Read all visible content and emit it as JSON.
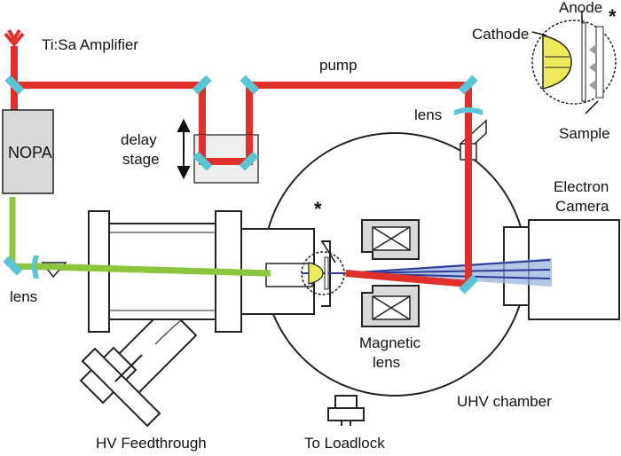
{
  "labels": {
    "laser": "Ti:Sa Amplifier",
    "nopa": "NOPA",
    "pump": "pump",
    "delay_line1": "delay",
    "delay_line2": "stage",
    "lens_top": "lens",
    "lens_left": "lens",
    "anode": "Anode",
    "cathode": "Cathode",
    "sample": "Sample",
    "star_inset": "*",
    "star_main": "*",
    "camera_line1": "Electron",
    "camera_line2": "Camera",
    "magnetic_line1": "Magnetic",
    "magnetic_line2": "lens",
    "uhv": "UHV chamber",
    "hv": "HV Feedthrough",
    "loadlock": "To Loadlock"
  },
  "colors": {
    "pump_beam": "#e0302a",
    "probe_beam": "#8cc63f",
    "mirror": "#5bc5d6",
    "electron_beam": "#2b3a9a",
    "electron_fan": "#9bb4dc",
    "cathode": "#eeea5a",
    "box_fill": "#d9d9d9",
    "delay_fill": "#ececec"
  }
}
